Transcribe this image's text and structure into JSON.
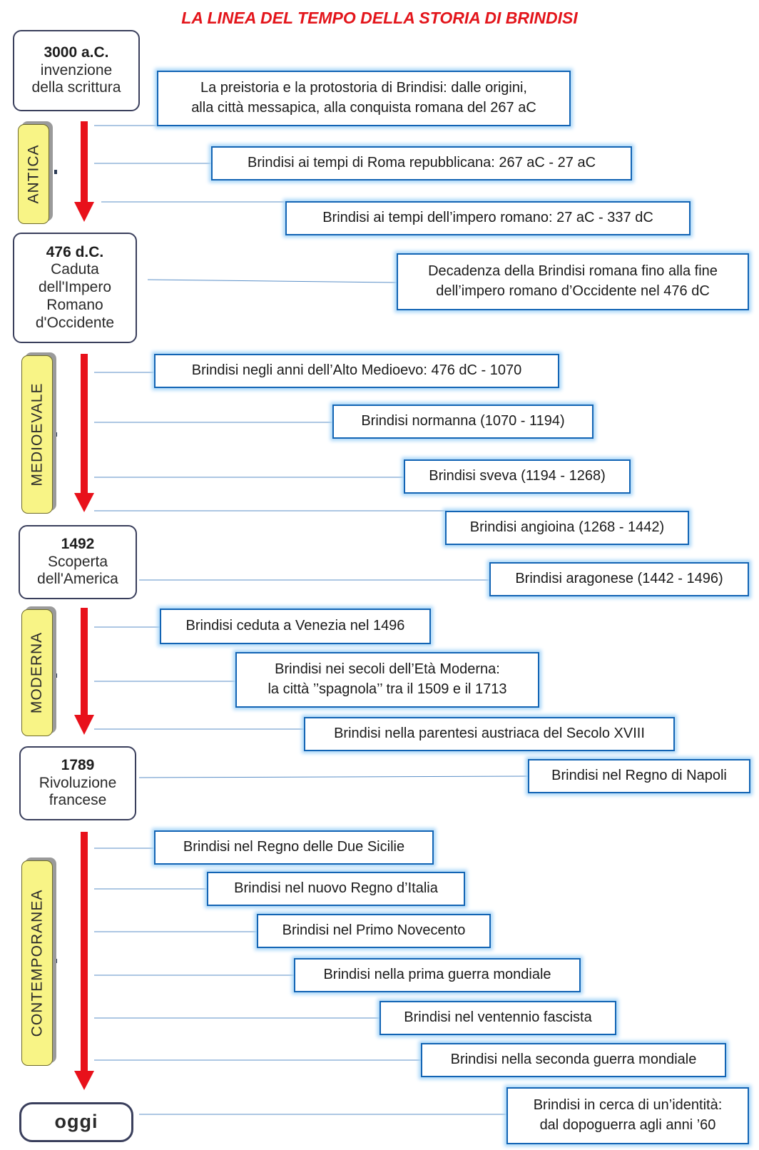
{
  "title": "LA LINEA DEL TEMPO DELLA STORIA DI BRINDISI",
  "milestones": [
    {
      "year": "3000 a.C.",
      "desc": "invenzione\ndella scrittura"
    },
    {
      "year": "476 d.C.",
      "desc": "Caduta\ndell'Impero\nRomano\nd'Occidente"
    },
    {
      "year": "1492",
      "desc": "Scoperta\ndell'America"
    },
    {
      "year": "1789",
      "desc": "Rivoluzione\nfrancese"
    },
    {
      "year": "oggi",
      "desc": ""
    }
  ],
  "eras": [
    "ANTICA",
    "MEDIOEVALE",
    "MODERNA",
    "CONTEMPORANEA"
  ],
  "events": [
    "La preistoria e la protostoria di Brindisi: dalle origini,\nalla città messapica, alla conquista romana del 267 aC",
    "Brindisi ai tempi di Roma repubblicana: 267 aC - 27 aC",
    "Brindisi ai tempi dell’impero romano: 27 aC - 337 dC",
    "Decadenza della Brindisi romana fino alla fine\ndell’impero romano d’Occidente nel 476 dC",
    "Brindisi negli anni dell’Alto Medioevo: 476 dC - 1070",
    "Brindisi normanna (1070 - 1194)",
    "Brindisi sveva (1194 - 1268)",
    "Brindisi angioina (1268 - 1442)",
    "Brindisi aragonese (1442 - 1496)",
    "Brindisi ceduta a Venezia nel 1496",
    "Brindisi nei secoli dell’Età Moderna:\nla città ’’spagnola’’ tra il 1509 e il 1713",
    "Brindisi nella parentesi austriaca del Secolo XVIII",
    "Brindisi nel Regno di Napoli",
    "Brindisi nel Regno delle Due Sicilie",
    "Brindisi nel nuovo Regno d’Italia",
    "Brindisi nel Primo Novecento",
    "Brindisi nella prima guerra mondiale",
    "Brindisi nel ventennio fascista",
    "Brindisi nella seconda guerra mondiale",
    "Brindisi in cerca di un’identità:\ndal dopoguerra agli anni ’60"
  ]
}
